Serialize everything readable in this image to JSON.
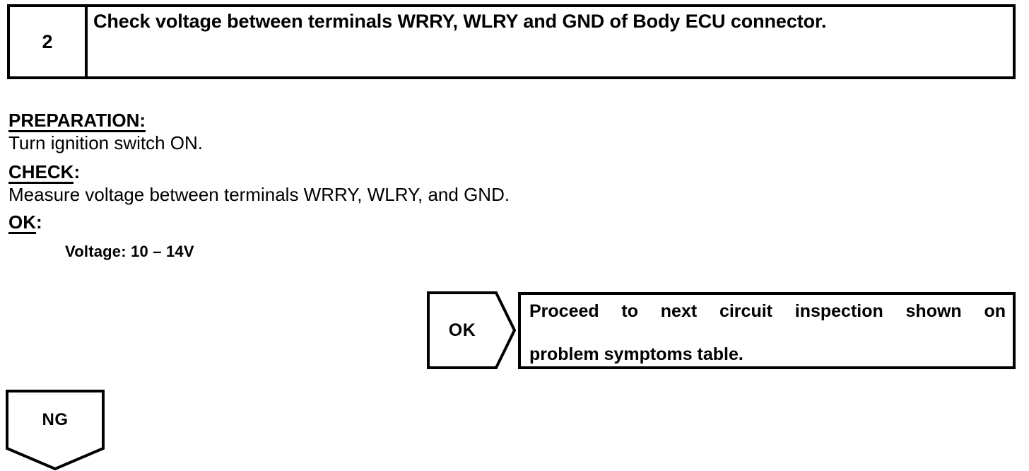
{
  "document": {
    "type": "automotive-diagnostic-flowchart-step"
  },
  "step": {
    "number": "2",
    "title": "Check voltage between terminals WRRY, WLRY and GND of Body ECU connector."
  },
  "procedure": {
    "preparation_label": "PREPARATION:",
    "preparation_text": "Turn ignition switch ON.",
    "check_label": "CHECK:",
    "check_text": "Measure voltage between terminals WRRY, WLRY, and GND.",
    "ok_label": "OK:",
    "ok_value": "Voltage: 10 – 14V"
  },
  "outcomes": {
    "ok": {
      "tag": "OK",
      "result_line1": "Proceed to next circuit inspection shown on",
      "result_line2": "problem symptoms table."
    },
    "ng": {
      "tag": "NG"
    }
  },
  "colors": {
    "ink": "#000000",
    "paper": "#ffffff"
  }
}
